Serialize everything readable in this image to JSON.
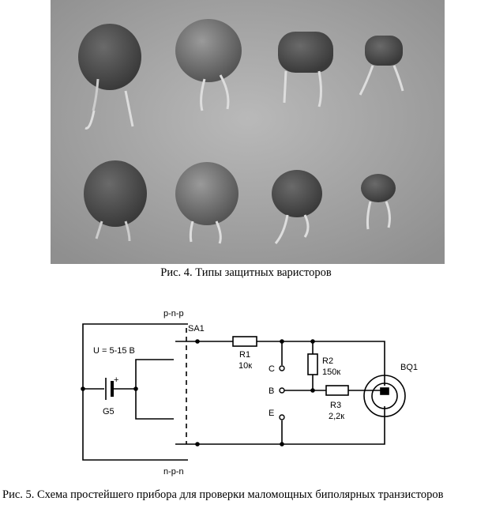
{
  "figure4": {
    "caption": "Рис. 4. Типы защитных варисторов"
  },
  "figure5": {
    "caption": "Рис. 5. Схема простейшего прибора для проверки маломощных биполярных транзисторов",
    "labels": {
      "pnp": "p-n-p",
      "npn": "n-p-n",
      "switch": "SA1",
      "voltage": "U = 5-15 B",
      "battery": "G5",
      "battery_plus": "+",
      "r1_name": "R1",
      "r1_value": "10к",
      "r2_name": "R2",
      "r2_value": "150к",
      "r3_name": "R3",
      "r3_value": "2,2к",
      "speaker": "BQ1",
      "terminal_c": "C",
      "terminal_b": "B",
      "terminal_e": "E"
    }
  }
}
